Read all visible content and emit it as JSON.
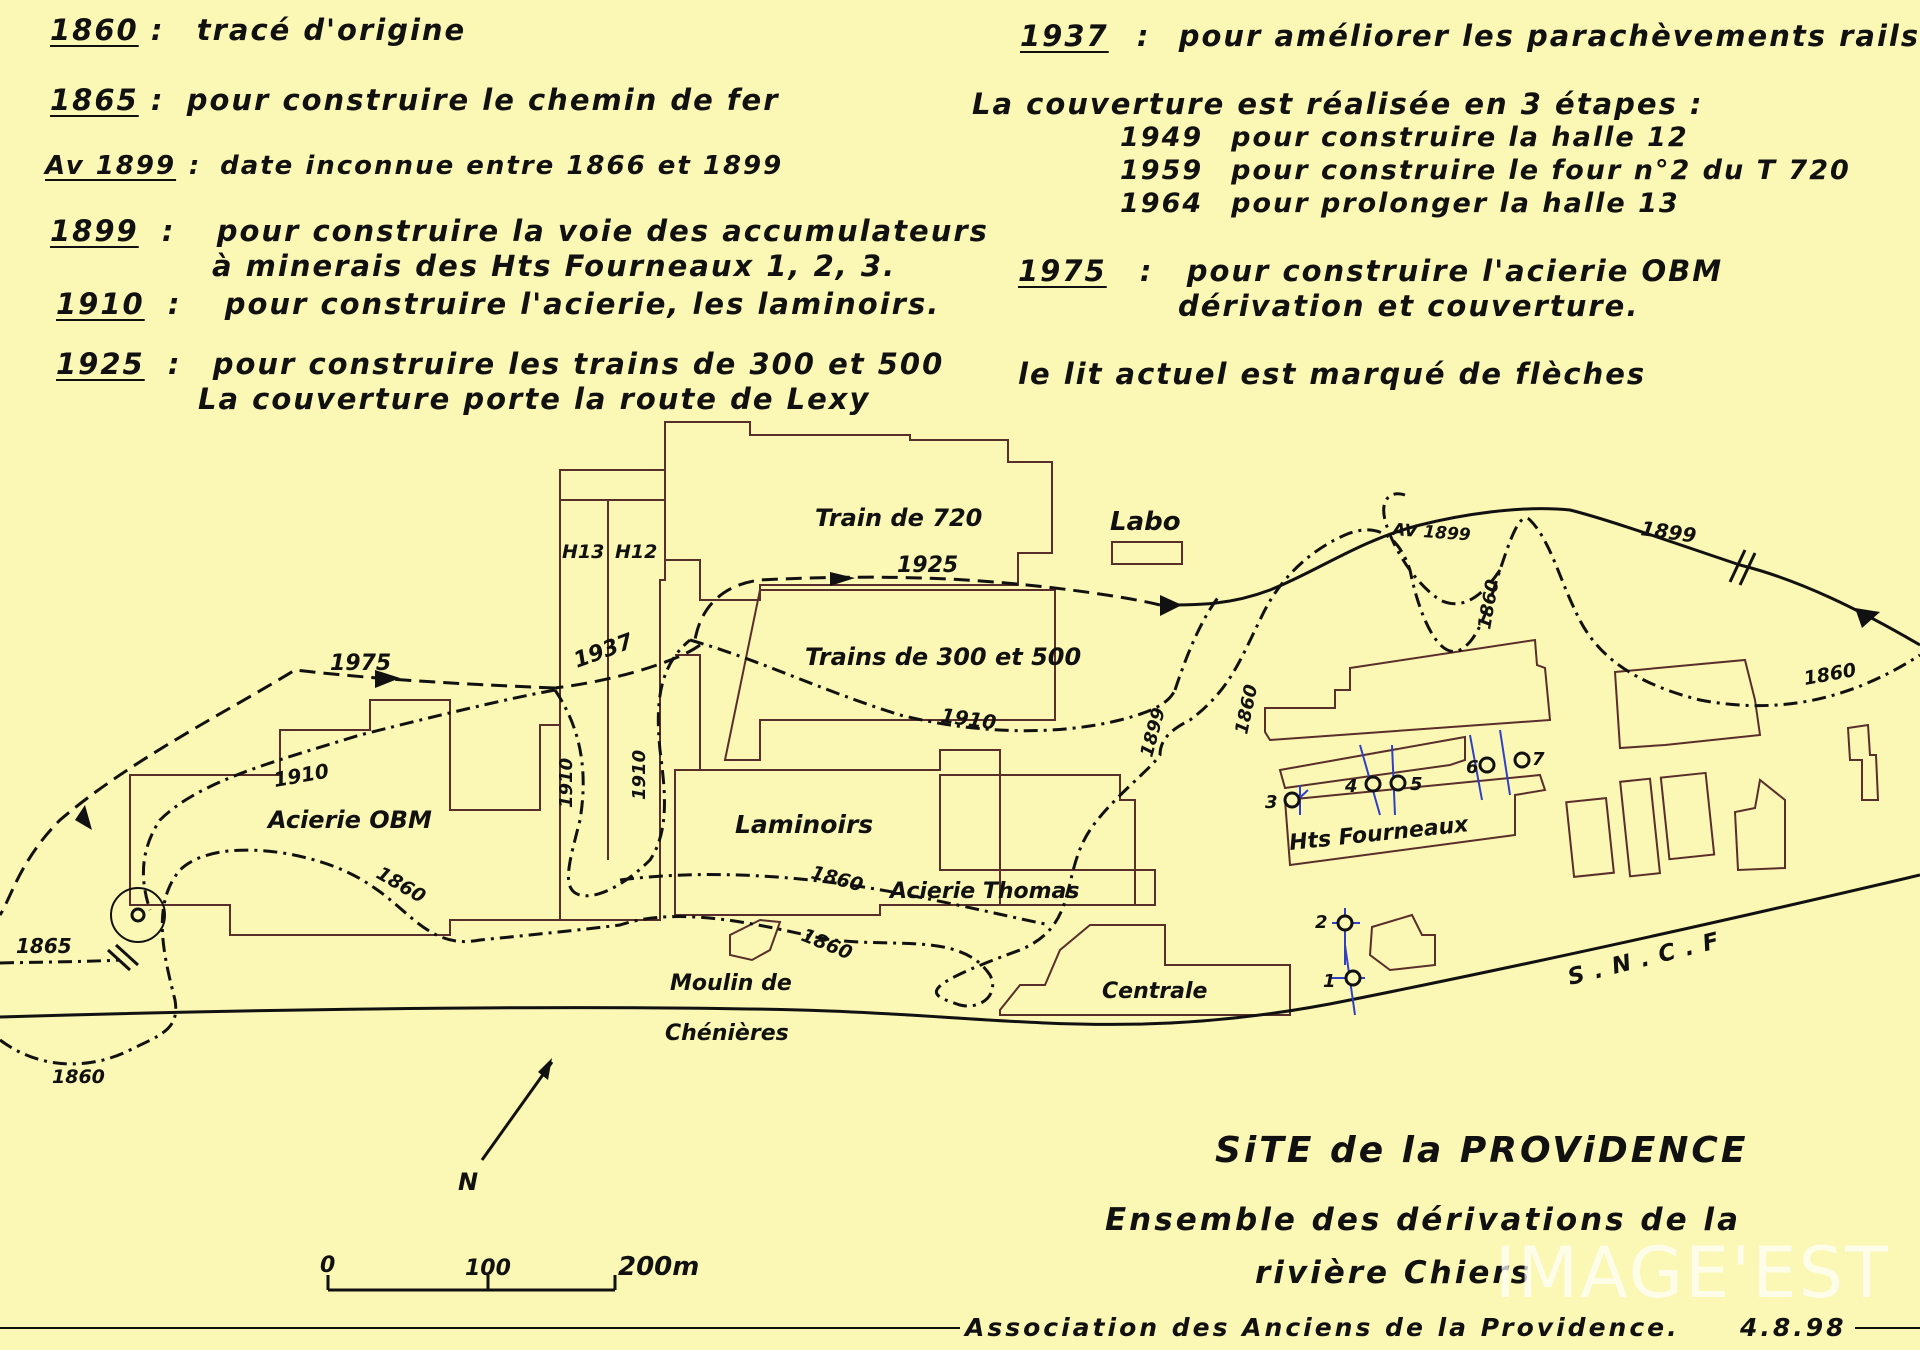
{
  "legend_left": [
    {
      "year": "1860",
      "text": "tracé d'origine"
    },
    {
      "year": "1865",
      "text": "pour construire le chemin de fer"
    },
    {
      "year": "Av 1899",
      "text": "date inconnue entre 1866 et 1899"
    },
    {
      "year": "1899",
      "text": "pour construire la voie des accumulateurs",
      "text2": "à minerais des Hts Fourneaux 1, 2, 3."
    },
    {
      "year": "1910",
      "text": "pour construire l'acierie, les laminoirs."
    },
    {
      "year": "1925",
      "text": "pour construire les trains de 300 et 500",
      "text2": "La couverture porte la route de Lexy"
    }
  ],
  "legend_right": {
    "entry_1937": {
      "year": "1937",
      "text": "pour améliorer les parachèvements rails"
    },
    "couverture_intro": "La couverture est réalisée en 3 étapes :",
    "stages": [
      {
        "year": "1949",
        "text": "pour construire la halle 12"
      },
      {
        "year": "1959",
        "text": "pour construire le four n°2 du T 720"
      },
      {
        "year": "1964",
        "text": "pour prolonger la halle 13"
      }
    ],
    "entry_1975": {
      "year": "1975",
      "text": "pour construire l'acierie OBM",
      "text2": "dérivation et couverture."
    },
    "note": "le lit actuel est marqué de flèches"
  },
  "map_labels": {
    "train_720": "Train de 720",
    "labo": "Labo",
    "h13": "H13",
    "h12": "H12",
    "trains_300_500": "Trains de 300 et 500",
    "acierie_obm": "Acierie OBM",
    "laminoirs": "Laminoirs",
    "acierie_thomas": "Acierie Thomas",
    "moulin": "Moulin de",
    "chenieres": "Chénières",
    "centrale": "Centrale",
    "hauts_fourneaux": "Hts Fourneaux",
    "sncf": "S.N.C.F",
    "north": "N"
  },
  "route_labels": {
    "r1925": "1925",
    "r1937": "1937",
    "r1975": "1975",
    "r1910_a": "1910",
    "r1910_b": "1910",
    "r1910_c": "1910",
    "r1910_d": "1910",
    "r1860_a": "1860",
    "r1860_b": "1860",
    "r1860_c": "1860",
    "r1860_d": "1860",
    "r1860_e": "1860",
    "r1860_f": "1860",
    "r1860_g": "1860",
    "r1899_a": "1899",
    "r1899_b": "1899",
    "rav1899": "AV 1899",
    "r1865": "1865"
  },
  "furnace_numbers": [
    "1",
    "2",
    "3",
    "4",
    "5",
    "6",
    "7"
  ],
  "scale": {
    "label_0": "0",
    "label_100": "100",
    "label_200": "200m"
  },
  "title": {
    "line1": "SiTE de la PROViDENCE",
    "line2": "Ensemble des dérivations de la",
    "line3": "rivière Chiers"
  },
  "watermark": "IMAGE'EST",
  "credit": {
    "text": "Association des Anciens de la Providence.",
    "date": "4.8.98"
  },
  "colors": {
    "paper": "#fbf7b4",
    "ink": "#111111",
    "building": "#5a2e2a",
    "blue": "#2f3fc8"
  }
}
